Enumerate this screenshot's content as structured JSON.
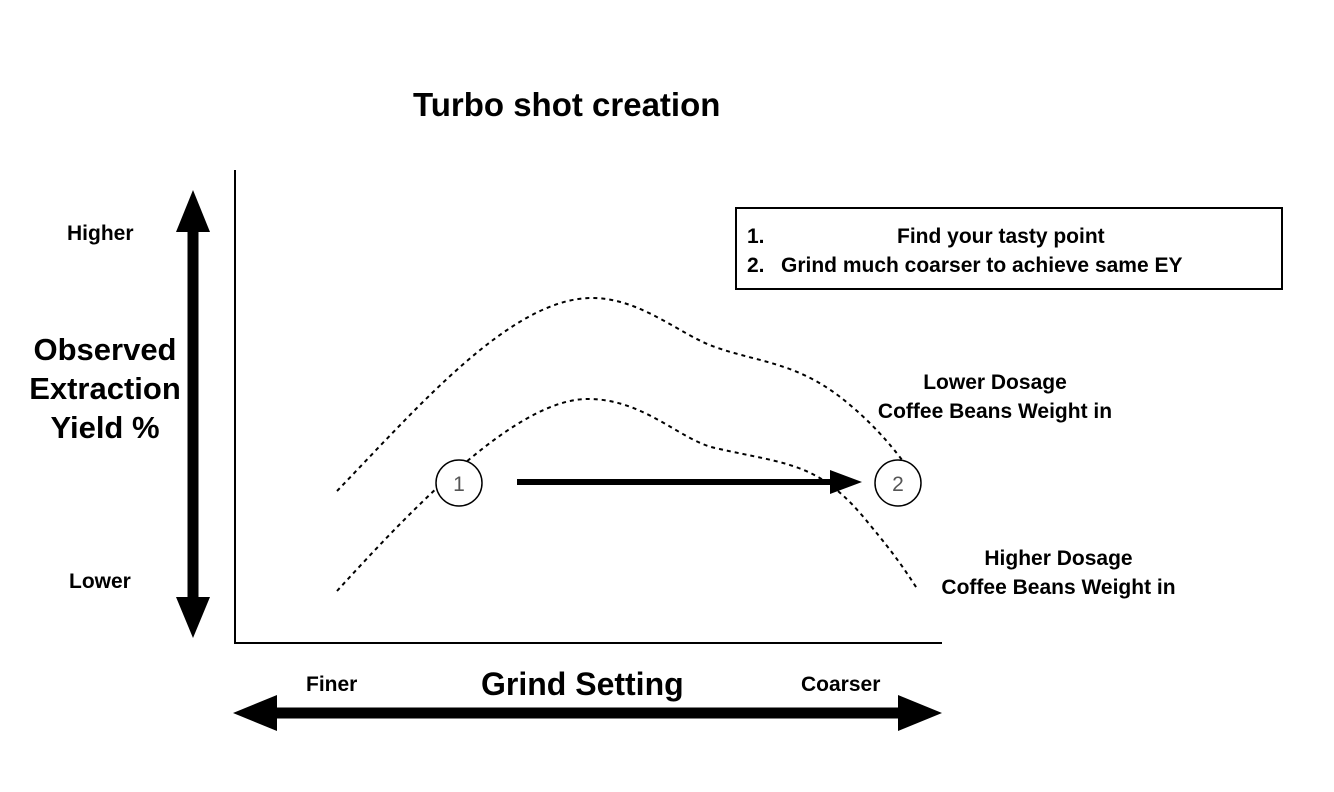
{
  "title": "Turbo shot creation",
  "y_axis": {
    "title_lines": [
      "Observed",
      "Extraction",
      "Yield %"
    ],
    "high_label": "Higher",
    "low_label": "Lower"
  },
  "x_axis": {
    "title": "Grind Setting",
    "left_label": "Finer",
    "right_label": "Coarser"
  },
  "legend": {
    "steps": [
      {
        "num": "1.",
        "text": "Find your tasty point"
      },
      {
        "num": "2.",
        "text": "Grind much coarser to achieve same EY"
      }
    ]
  },
  "curves": {
    "lower_dosage": [
      "Lower Dosage",
      "Coffee Beans Weight in"
    ],
    "higher_dosage": [
      "Higher Dosage",
      "Coffee Beans Weight in"
    ]
  },
  "markers": {
    "point_1": "1",
    "point_2": "2"
  },
  "colors": {
    "ink": "#000000",
    "marker_text": "#555555"
  }
}
